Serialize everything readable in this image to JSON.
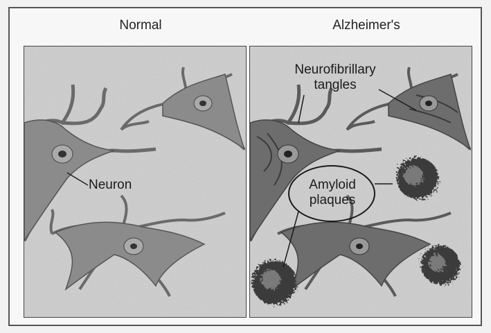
{
  "panels": {
    "normal": {
      "title": "Normal",
      "neuron_label": "Neuron"
    },
    "alzheimers": {
      "title": "Alzheimer's",
      "tangles_label_line1": "Neurofibrillary",
      "tangles_label_line2": "tangles",
      "plaques_label_line1": "Amyloid",
      "plaques_label_line2": "plaques"
    }
  }
}
